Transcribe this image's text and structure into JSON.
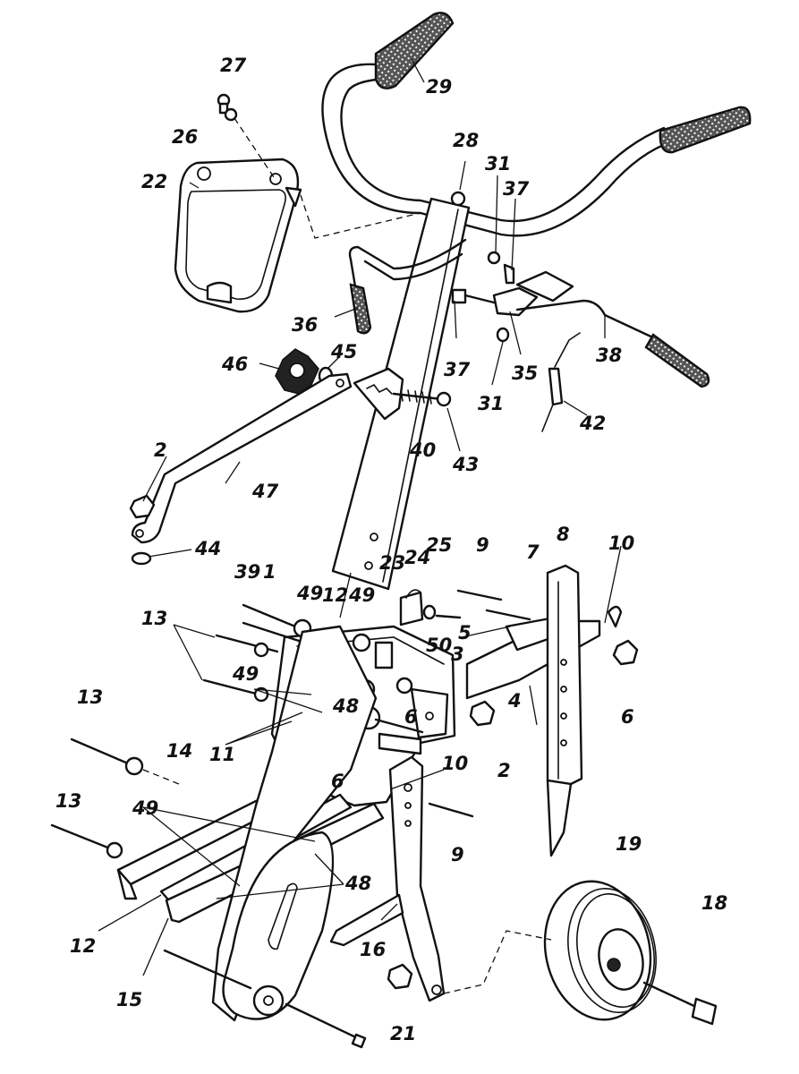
{
  "callouts": [
    {
      "id": "27",
      "text": "27"
    },
    {
      "id": "26",
      "text": "26"
    },
    {
      "id": "22",
      "text": "22"
    },
    {
      "id": "29",
      "text": "29"
    },
    {
      "id": "28",
      "text": "28"
    },
    {
      "id": "31a",
      "text": "31"
    },
    {
      "id": "37a",
      "text": "37"
    },
    {
      "id": "36",
      "text": "36"
    },
    {
      "id": "37b",
      "text": "37"
    },
    {
      "id": "31b",
      "text": "31"
    },
    {
      "id": "35",
      "text": "35"
    },
    {
      "id": "38",
      "text": "38"
    },
    {
      "id": "46",
      "text": "46"
    },
    {
      "id": "45",
      "text": "45"
    },
    {
      "id": "43",
      "text": "43"
    },
    {
      "id": "42",
      "text": "42"
    },
    {
      "id": "40",
      "text": "40"
    },
    {
      "id": "2a",
      "text": "2"
    },
    {
      "id": "47",
      "text": "47"
    },
    {
      "id": "44",
      "text": "44"
    },
    {
      "id": "39",
      "text": "39"
    },
    {
      "id": "1",
      "text": "1"
    },
    {
      "id": "49a",
      "text": "49"
    },
    {
      "id": "12a",
      "text": "12"
    },
    {
      "id": "49b",
      "text": "49"
    },
    {
      "id": "23",
      "text": "23"
    },
    {
      "id": "24",
      "text": "24"
    },
    {
      "id": "25",
      "text": "25"
    },
    {
      "id": "9a",
      "text": "9"
    },
    {
      "id": "7",
      "text": "7"
    },
    {
      "id": "8",
      "text": "8"
    },
    {
      "id": "10a",
      "text": "10"
    },
    {
      "id": "13a",
      "text": "13"
    },
    {
      "id": "50",
      "text": "50"
    },
    {
      "id": "5",
      "text": "5"
    },
    {
      "id": "3",
      "text": "3"
    },
    {
      "id": "49c",
      "text": "49"
    },
    {
      "id": "48a",
      "text": "48"
    },
    {
      "id": "6a",
      "text": "6"
    },
    {
      "id": "4",
      "text": "4"
    },
    {
      "id": "6b",
      "text": "6"
    },
    {
      "id": "11",
      "text": "11"
    },
    {
      "id": "2b",
      "text": "2"
    },
    {
      "id": "13b",
      "text": "13"
    },
    {
      "id": "14",
      "text": "14"
    },
    {
      "id": "6c",
      "text": "6"
    },
    {
      "id": "10b",
      "text": "10"
    },
    {
      "id": "9b",
      "text": "9"
    },
    {
      "id": "13c",
      "text": "13"
    },
    {
      "id": "49d",
      "text": "49"
    },
    {
      "id": "19",
      "text": "19"
    },
    {
      "id": "48b",
      "text": "48"
    },
    {
      "id": "18",
      "text": "18"
    },
    {
      "id": "12b",
      "text": "12"
    },
    {
      "id": "16",
      "text": "16"
    },
    {
      "id": "15",
      "text": "15"
    },
    {
      "id": "21",
      "text": "21"
    }
  ]
}
